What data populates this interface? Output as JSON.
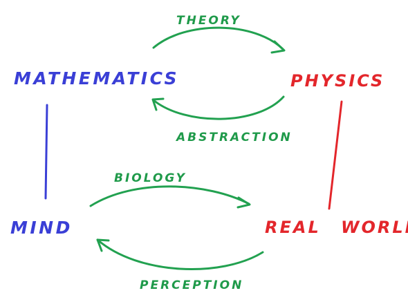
{
  "nodes": {
    "mathematics": "MATHEMATICS",
    "physics": "PHYSICS",
    "mind": "MIND",
    "real": "REAL",
    "world": "WORLD"
  },
  "edges": {
    "theory": "THEORY",
    "abstraction": "ABSTRACTION",
    "biology": "BIOLOGY",
    "perception": "PERCEPTION"
  },
  "colors": {
    "mind_side": "#3a3fd6",
    "world_side": "#e3262b",
    "arrows": "#22a150"
  }
}
